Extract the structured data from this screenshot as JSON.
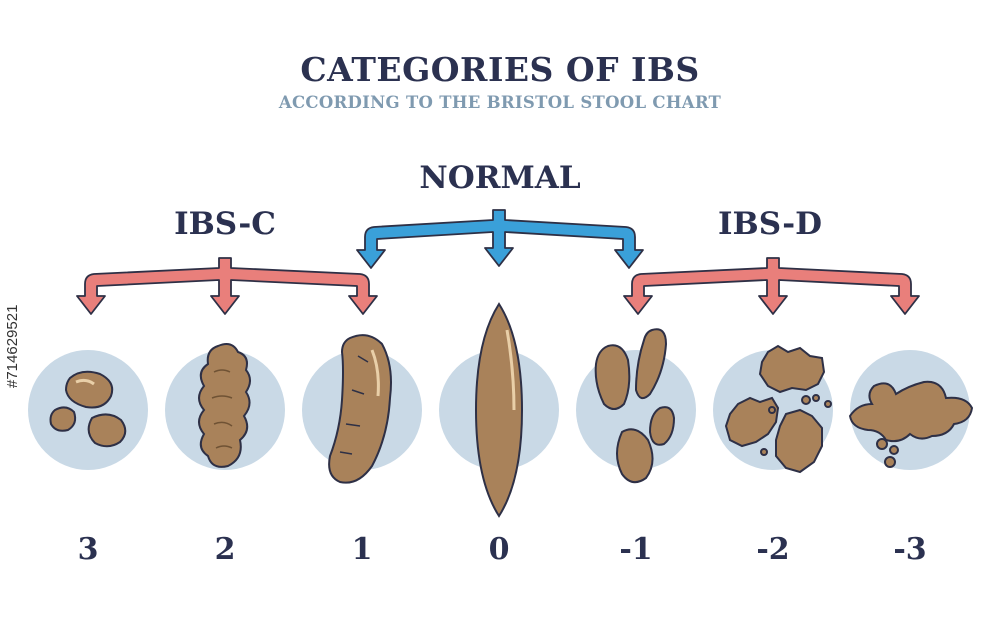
{
  "header": {
    "title": "CATEGORIES OF IBS",
    "subtitle": "ACCORDING TO THE BRISTOL STOOL CHART"
  },
  "groups": {
    "ibs_c": "IBS-C",
    "normal": "NORMAL",
    "ibs_d": "IBS-D"
  },
  "scale": [
    "3",
    "2",
    "1",
    "0",
    "-1",
    "-2",
    "-3"
  ],
  "stock_id": "#714629521",
  "colors": {
    "title": "#2b3150",
    "subtitle": "#7f9ab0",
    "circle": "#c9d9e6",
    "stool_fill": "#a9825a",
    "stool_outline": "#2e3046",
    "arrow_red": "#e97f7b",
    "arrow_blue": "#3aa0d9"
  },
  "icons": [
    "hard-lumps-icon",
    "lumpy-sausage-icon",
    "cracked-sausage-icon",
    "smooth-sausage-icon",
    "soft-blobs-icon",
    "mushy-pieces-icon",
    "liquid-icon"
  ]
}
